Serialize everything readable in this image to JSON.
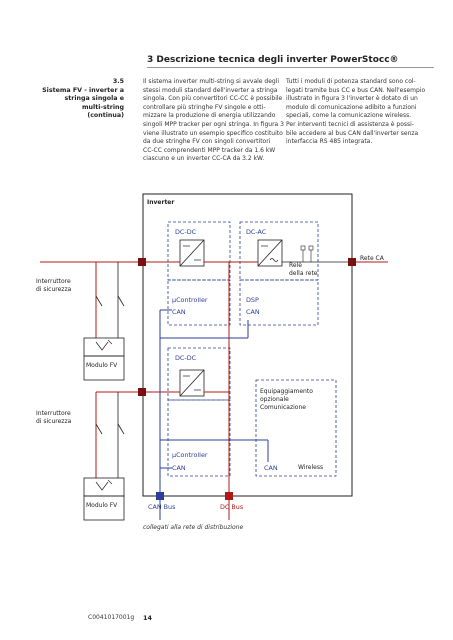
{
  "header": {
    "title": "3 Descrizione tecnica degli inverter PowerStocc®"
  },
  "side_heading": {
    "lines": [
      "3.5",
      "Sistema FV - inverter a",
      "stringa singola e",
      "multi-string",
      "(continua)"
    ]
  },
  "body": {
    "col1_lines": [
      "Il sistema inverter multi-string si avvale degli",
      "stessi moduli standard dell'inverter a stringa",
      "singola. Con più convertitori CC-CC è possibile",
      "controllare più stringhe FV singole e otti-",
      "mizzare la produzione di energia utilizzando",
      "singoli MPP tracker per ogni stringa. In figura 3",
      "viene illustrato un esempio specifico costituito",
      "da due stringhe FV con singoli convertitori",
      "CC-CC comprendenti MPP tracker da 1.6 kW",
      "ciascuno e un inverter CC-CA da 3.2 kW."
    ],
    "col2_lines": [
      "Tutti i moduli di potenza standard sono col-",
      "legati tramite bus CC e bus CAN. Nell'esempio",
      "illustrato in figura 3 l'inverter è dotato di un",
      "modulo di comunicazione adibito a funzioni",
      "speciali, come la comunicazione wireless.",
      "Per interventi tecnici di assistenza è possi-",
      "bile accedere al bus CAN dall'inverter senza",
      "interfaccia RS 485 integrata."
    ]
  },
  "diagram": {
    "inverter_label": "Inverter",
    "dcdc_label_1": "DC-DC",
    "dcdc_label_2": "DC-DC",
    "dcac_label": "DC-AC",
    "rele_label_1": "Relè",
    "rele_label_2": "della rete",
    "rete_ca_label": "Rete CA",
    "interruttore_1_line1": "Interruttore",
    "interruttore_1_line2": "di sicurezza",
    "interruttore_2_line1": "Interruttore",
    "interruttore_2_line2": "di sicurezza",
    "modulo_fv_1": "Modulo FV",
    "modulo_fv_2": "Modulo FV",
    "ucontroller_1": "µController",
    "ucontroller_2": "µController",
    "dsp_label": "DSP",
    "can_1": "CAN",
    "can_2": "CAN",
    "can_3": "CAN",
    "can_4": "CAN",
    "equip_line1": "Equipaggiamento",
    "equip_line2": "opzionale",
    "equip_line3": "Comunicazione",
    "wireless_label": "Wireless",
    "can_bus_label": "CAN Bus",
    "dc_bus_label": "DC Bus",
    "bottom_note": "collegati alla rete di distribuzione"
  },
  "footer": {
    "code": "C0041017001g",
    "page": "14"
  },
  "colors": {
    "can_blue": "#2c3e9a",
    "dc_red": "#b01818",
    "connector_dark_red": "#7a1010"
  }
}
